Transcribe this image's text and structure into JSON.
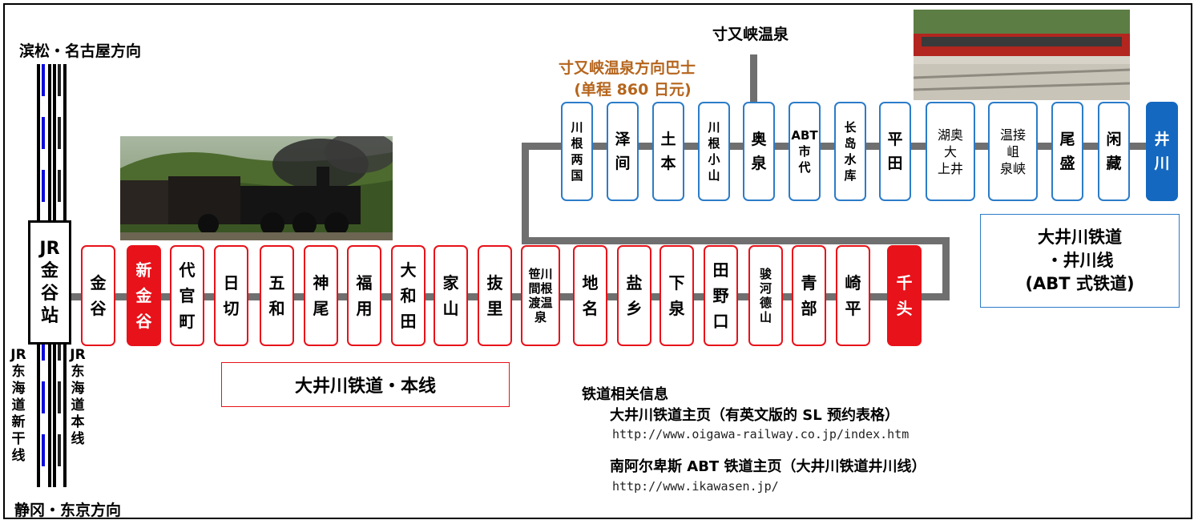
{
  "directions": {
    "north": "滨松・名古屋方向",
    "south": "静冈・东京方向",
    "onsen": "寸又峡温泉"
  },
  "jr": {
    "station": "JR\n金\n谷\n站",
    "shinkansen": "JR\n东\n海\n道\n新\n干\n线",
    "honsen": "JR\n东\n海\n道\n本\n线"
  },
  "bus": {
    "line1": "寸又峡温泉方向巴士",
    "line2": "(单程 860 日元)",
    "color": "#b5651d"
  },
  "main_line": {
    "name": "大井川铁道・本线",
    "color": "#e8121a",
    "stations": [
      {
        "name": "金\n谷",
        "hl": false,
        "small": false
      },
      {
        "name": "新\n金\n谷",
        "hl": true,
        "small": false
      },
      {
        "name": "代\n官\n町",
        "hl": false,
        "small": false
      },
      {
        "name": "日\n切",
        "hl": false,
        "small": false
      },
      {
        "name": "五\n和",
        "hl": false,
        "small": false
      },
      {
        "name": "神\n尾",
        "hl": false,
        "small": false
      },
      {
        "name": "福\n用",
        "hl": false,
        "small": false
      },
      {
        "name": "大\n和\n田",
        "hl": false,
        "small": false
      },
      {
        "name": "家\n山",
        "hl": false,
        "small": false
      },
      {
        "name": "抜\n里",
        "hl": false,
        "small": false
      },
      {
        "name": "笹川\n間根\n渡温\n泉",
        "hl": false,
        "small": true
      },
      {
        "name": "地\n名",
        "hl": false,
        "small": false
      },
      {
        "name": "盐\n乡",
        "hl": false,
        "small": false
      },
      {
        "name": "下\n泉",
        "hl": false,
        "small": false
      },
      {
        "name": "田\n野\n口",
        "hl": false,
        "small": false
      },
      {
        "name": "骏\n河\n德\n山",
        "hl": false,
        "small": true
      },
      {
        "name": "青\n部",
        "hl": false,
        "small": false
      },
      {
        "name": "崎\n平",
        "hl": false,
        "small": false
      },
      {
        "name": "千\n头",
        "hl": true,
        "small": false
      }
    ]
  },
  "ikawa_line": {
    "name": "大井川铁道\n・井川线\n(ABT 式铁道)",
    "color": "#2c7cc8",
    "stations": [
      {
        "name": "川\n根\n两\n国",
        "hl": false,
        "style": "small"
      },
      {
        "name": "泽\n间",
        "hl": false,
        "style": ""
      },
      {
        "name": "土\n本",
        "hl": false,
        "style": ""
      },
      {
        "name": "川\n根\n小\n山",
        "hl": false,
        "style": "small"
      },
      {
        "name": "奥\n泉",
        "hl": false,
        "style": ""
      },
      {
        "name": "ABT\n市\n代",
        "hl": false,
        "style": "small"
      },
      {
        "name": "长\n岛\n水\n库",
        "hl": false,
        "style": "small"
      },
      {
        "name": "平\n田",
        "hl": false,
        "style": ""
      },
      {
        "name": "湖奥\n大\n上井",
        "hl": false,
        "style": "thin"
      },
      {
        "name": "温接\n岨\n泉峡",
        "hl": false,
        "style": "thin"
      },
      {
        "name": "尾\n盛",
        "hl": false,
        "style": ""
      },
      {
        "name": "闲\n藏",
        "hl": false,
        "style": ""
      },
      {
        "name": "井\n川",
        "hl": true,
        "style": ""
      }
    ]
  },
  "info": {
    "heading": "铁道相关信息",
    "links": [
      {
        "title": "大井川铁道主页（有英文版的 SL 预约表格）",
        "url": "http://www.oigawa-railway.co.jp/index.htm"
      },
      {
        "title": "南阿尔卑斯 ABT 铁道主页（大井川铁道井川线）",
        "url": "http://www.ikawasen.jp/"
      }
    ]
  }
}
